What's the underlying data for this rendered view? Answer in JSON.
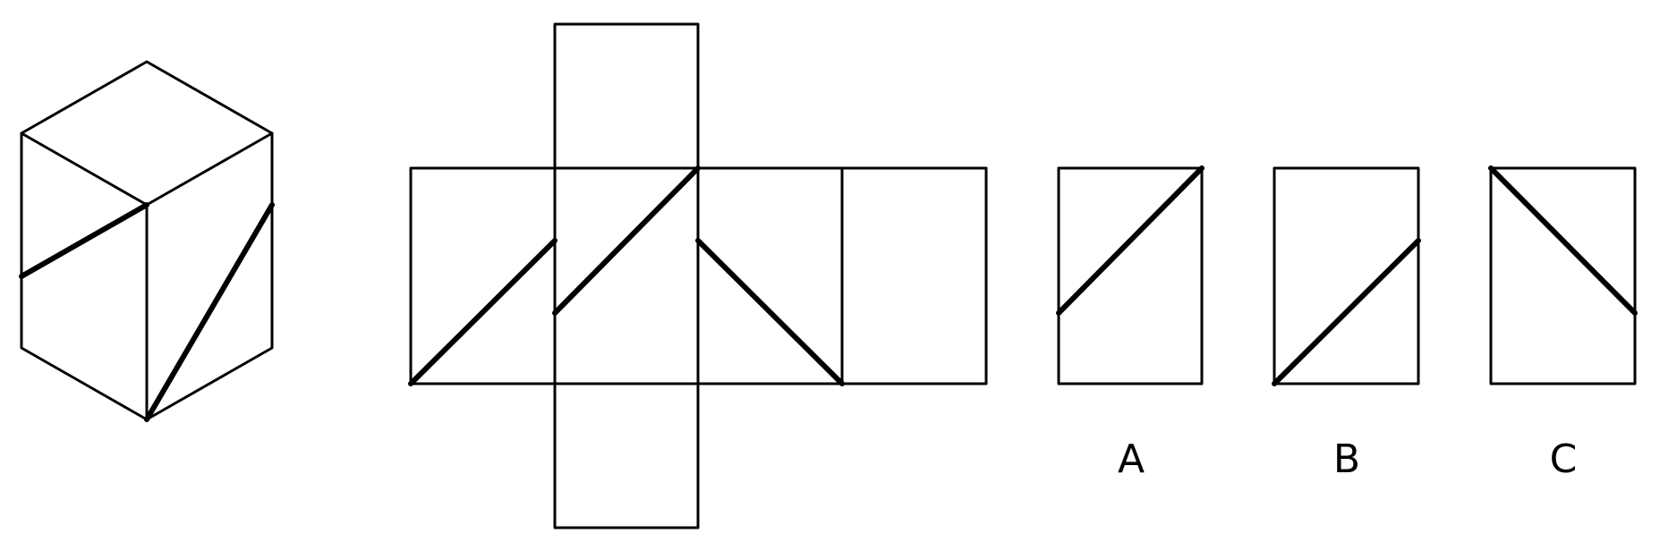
{
  "options": [
    {
      "label": "A"
    },
    {
      "label": "B"
    },
    {
      "label": "C"
    }
  ],
  "colors": {
    "line": "#000000",
    "background": "#ffffff"
  }
}
